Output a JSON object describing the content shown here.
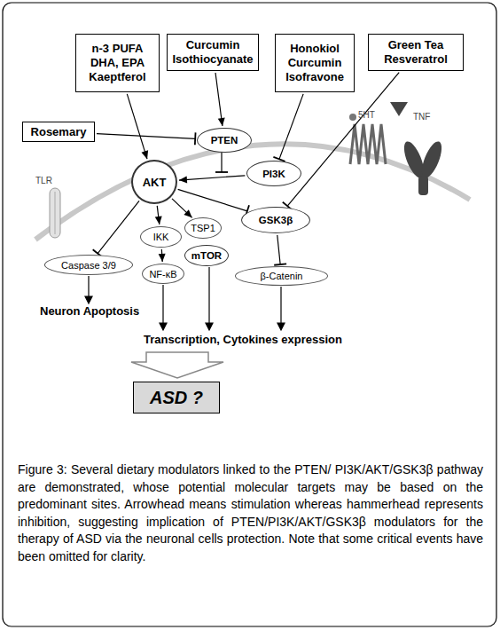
{
  "diagram": {
    "caption": "Figure 3: Several dietary modulators linked to the PTEN/ PI3K/AKT/GSK3β pathway are demonstrated, whose potential molecular targets may be based on the predominant sites. Arrowhead means stimulation whereas hammerhead represents inhibition, suggesting implication of PTEN/PI3K/AKT/GSK3β modulators for the therapy of ASD via the neuronal cells protection. Note that some critical events have been omitted for clarity.",
    "nodes": [
      {
        "text": [
          "n-3 PUFA DHA, EPA Kaeptferol"
        ]
      },
      {
        "text": [
          "Curcumin Isothiocyanate"
        ]
      },
      {
        "text": [
          "Honokiol Curcumin Isofravone"
        ]
      },
      {
        "text": [
          "Green Tea Resveratrol"
        ]
      },
      {
        "text": [
          "Rosemary"
        ]
      },
      {
        "text": [
          "PTEN"
        ]
      },
      {
        "text": [
          "PI3K"
        ]
      },
      {
        "text": [
          "AKT"
        ]
      },
      {
        "text": [
          "GSK3β"
        ]
      },
      {
        "text": [
          "IKK"
        ]
      },
      {
        "text": [
          "TSP1"
        ]
      },
      {
        "text": [
          "Caspase 3/9"
        ]
      },
      {
        "text": [
          "NF-κB"
        ]
      },
      {
        "text": [
          "mTOR"
        ]
      },
      {
        "text": [
          "β-Catenin"
        ]
      },
      {
        "text": [
          "ASD ?"
        ]
      }
    ],
    "edges": [
      {
        "from": 0,
        "to": 7,
        "arrow": "to"
      },
      {
        "from": 4,
        "to": 5,
        "arrow": "to"
      },
      {
        "from": 1,
        "to": 5,
        "arrow": "to"
      },
      {
        "from": 2,
        "to": 6,
        "arrow": "to"
      },
      {
        "from": 3,
        "to": 8,
        "arrow": "to"
      },
      {
        "from": 6,
        "to": 7,
        "arrow": "to"
      },
      {
        "from": 7,
        "to": 8,
        "arrow": "to"
      },
      {
        "from": 7,
        "to": 11,
        "arrow": "to"
      },
      {
        "from": 7,
        "to": 9,
        "arrow": "to"
      },
      {
        "from": 7,
        "to": 10,
        "arrow": "to"
      },
      {
        "from": 9,
        "to": 12,
        "arrow": "to"
      },
      {
        "from": 8,
        "to": 14,
        "arrow": "to"
      }
    ],
    "labels": [
      "TLR",
      "5HT",
      "TNF",
      "Neuron Apoptosis",
      "Transcription, Cytokines expression"
    ]
  }
}
